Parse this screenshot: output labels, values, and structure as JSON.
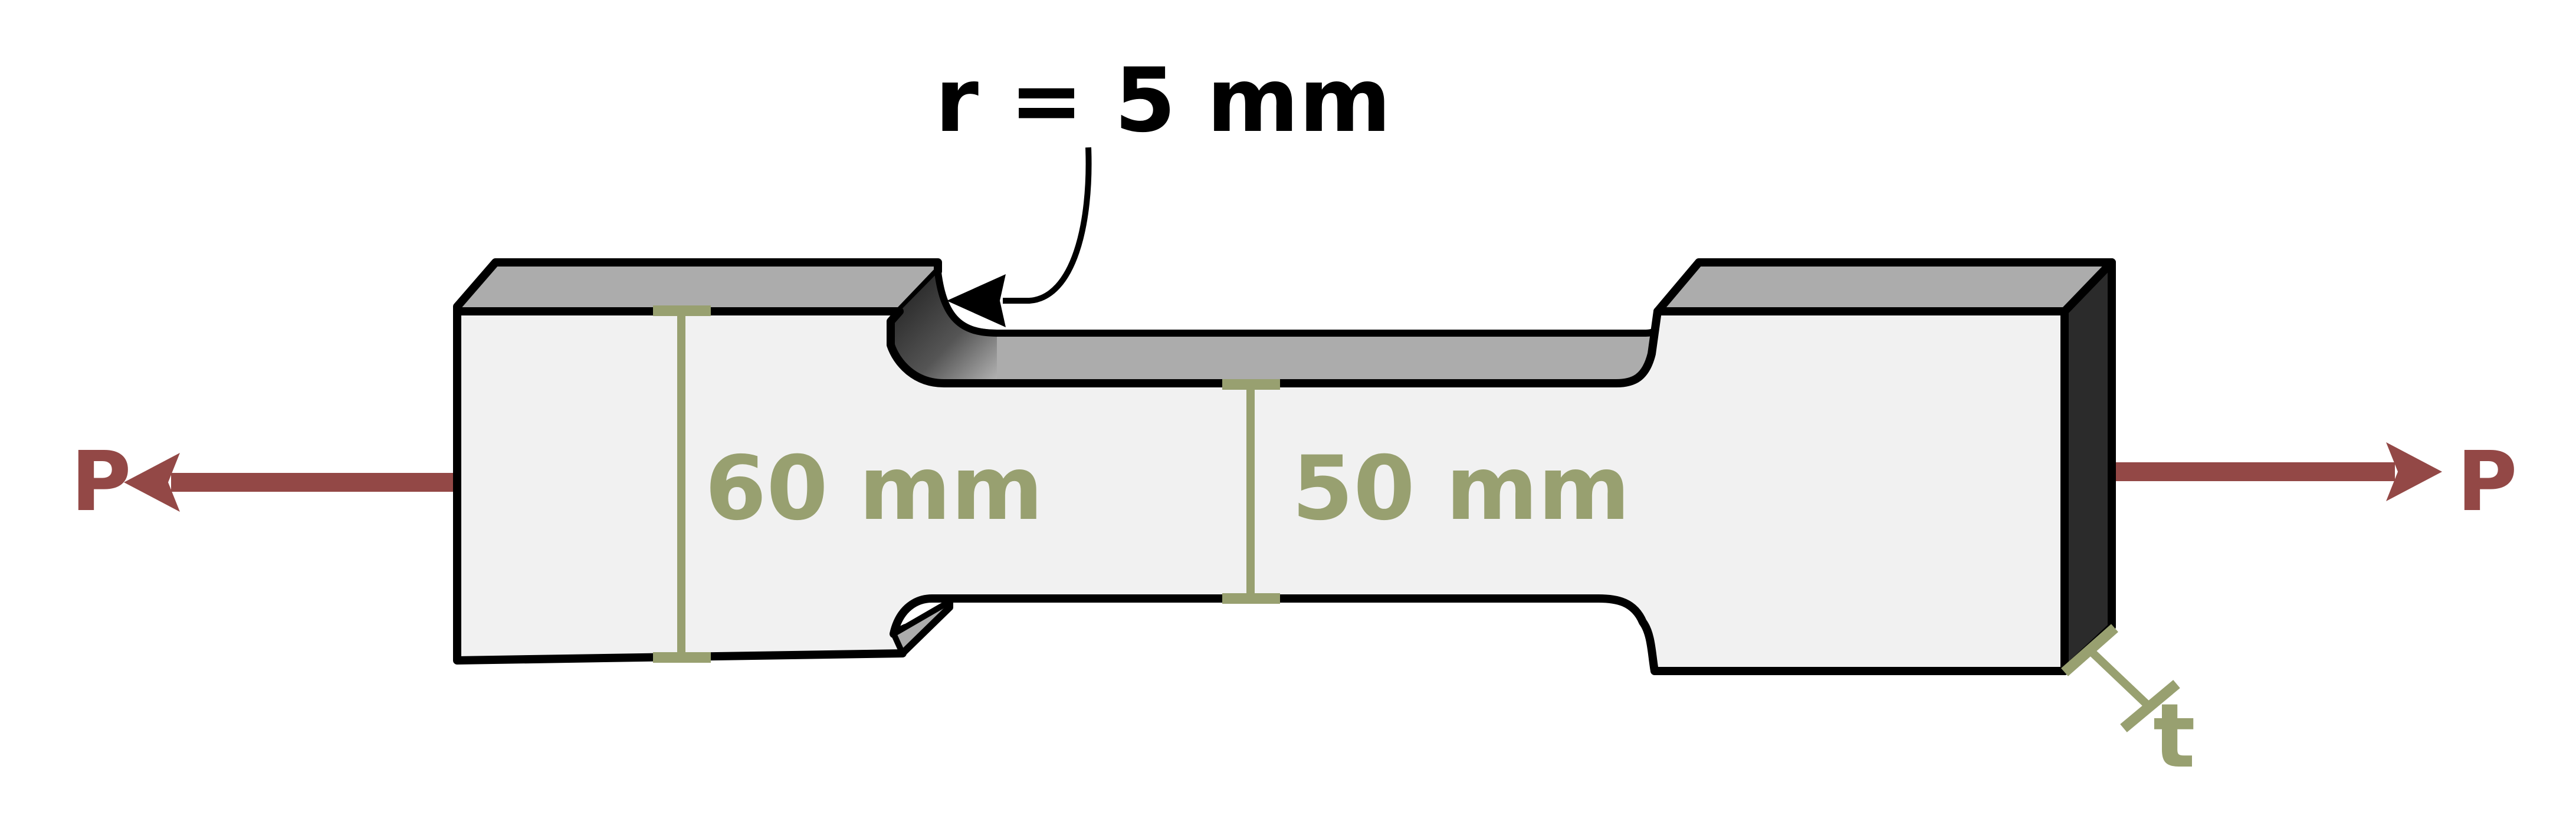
{
  "labels": {
    "radius": "r = 5 mm",
    "width_wide": "60 mm",
    "width_narrow": "50 mm",
    "force_left": "P",
    "force_right": "P",
    "thickness": "t"
  },
  "colors": {
    "dimension": "#98a070",
    "force": "#934846",
    "face": "#f1f1f1",
    "top_surface": "#acacac",
    "side_surface": "#2b2b2b",
    "outline": "#000000"
  }
}
